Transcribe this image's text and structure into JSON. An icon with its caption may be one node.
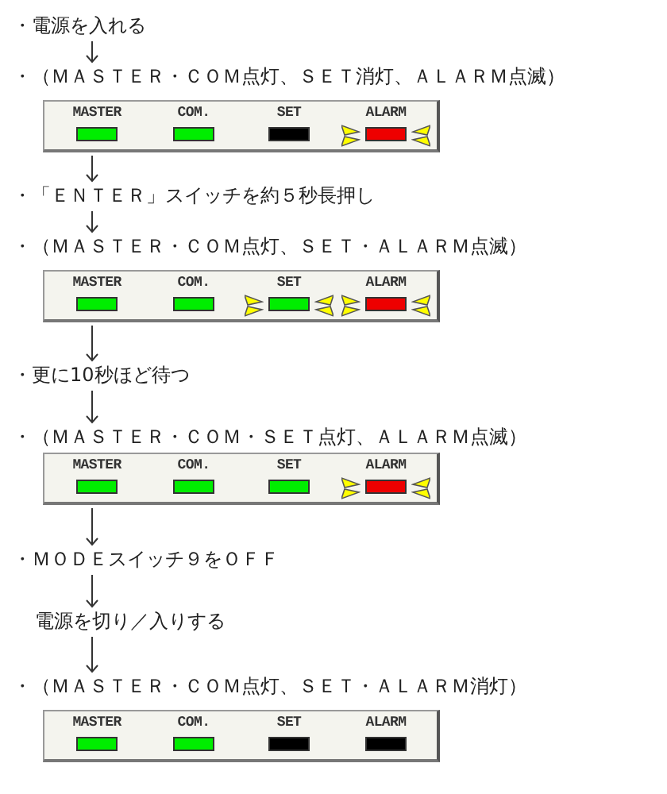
{
  "diagram": {
    "nodes": [
      {
        "text": [
          "・電源を入れる"
        ]
      },
      {
        "text": [
          "・（ＭＡＳＴＥＲ・ＣＯＭ点灯、ＳＥＴ消灯、ＡＬＡＲＭ点滅）"
        ]
      },
      {
        "text": [],
        "shape": "box"
      },
      {
        "text": [
          "MASTER"
        ],
        "in": 2
      },
      {
        "text": [
          "COM."
        ],
        "in": 2
      },
      {
        "text": [
          "SET"
        ],
        "in": 2
      },
      {
        "text": [
          "ALARM"
        ],
        "in": 2
      },
      {
        "text": [
          "・「ＥＮＴＥＲ」スイッチを約５秒長押し"
        ]
      },
      {
        "text": [
          "・（ＭＡＳＴＥＲ・ＣＯＭ点灯、ＳＥＴ・ＡＬＡＲＭ点滅）"
        ]
      },
      {
        "text": [],
        "shape": "box"
      },
      {
        "text": [
          "MASTER"
        ],
        "in": 9
      },
      {
        "text": [
          "COM."
        ],
        "in": 9
      },
      {
        "text": [
          "SET"
        ],
        "in": 9
      },
      {
        "text": [
          "ALARM"
        ],
        "in": 9
      },
      {
        "text": [
          "・更に10秒ほど待つ"
        ]
      },
      {
        "text": [
          "・（ＭＡＳＴＥＲ・ＣＯＭ・ＳＥＴ点灯、ＡＬＡＲＭ点滅）"
        ]
      },
      {
        "text": [],
        "shape": "box"
      },
      {
        "text": [
          "MASTER"
        ],
        "in": 16
      },
      {
        "text": [
          "COM."
        ],
        "in": 16
      },
      {
        "text": [
          "SET"
        ],
        "in": 16
      },
      {
        "text": [
          "ALARM"
        ],
        "in": 16
      },
      {
        "text": [
          "・ＭＯＤＥスイッチ９をＯＦＦ"
        ]
      },
      {
        "text": [
          "電源を切り／入りする"
        ]
      },
      {
        "text": [
          "・（ＭＡＳＴＥＲ・ＣＯＭ点灯、ＳＥＴ・ＡＬＡＲＭ消灯）"
        ]
      },
      {
        "text": [],
        "shape": "box"
      },
      {
        "text": [
          "MASTER"
        ],
        "in": 24
      },
      {
        "text": [
          "COM."
        ],
        "in": 24
      },
      {
        "text": [
          "SET"
        ],
        "in": 24
      },
      {
        "text": [
          "ALARM"
        ],
        "in": 24
      }
    ],
    "edges": [
      {
        "from": 0,
        "to": 1,
        "arrow": "to"
      },
      {
        "from": 2,
        "to": 7,
        "arrow": "to"
      },
      {
        "from": 7,
        "to": 8,
        "arrow": "to"
      },
      {
        "from": 9,
        "to": 14,
        "arrow": "to"
      },
      {
        "from": 14,
        "to": 15,
        "arrow": "to"
      },
      {
        "from": 16,
        "to": 21,
        "arrow": "to"
      },
      {
        "from": 21,
        "to": 22,
        "arrow": "to"
      },
      {
        "from": 22,
        "to": 23,
        "arrow": "to"
      }
    ]
  }
}
